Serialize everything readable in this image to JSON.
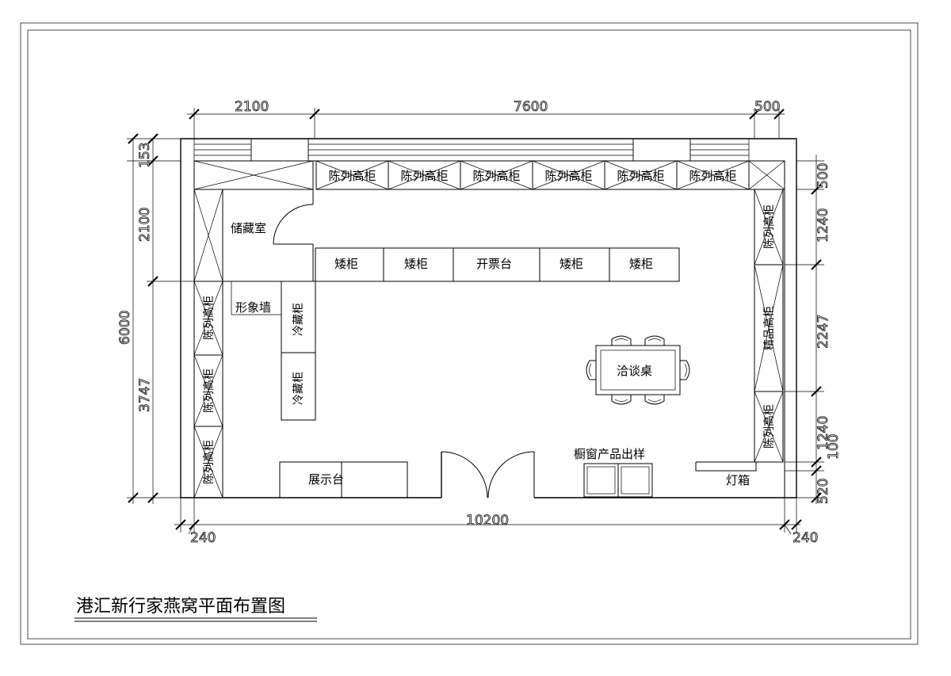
{
  "title": "港汇新行家燕窝平面布置图",
  "dimensions": {
    "top_2100": "2100",
    "top_7600": "7600",
    "top_500": "500",
    "left_153": "153",
    "left_2100": "2100",
    "left_6000": "6000",
    "left_3747": "3747",
    "right_500": "500",
    "right_1240a": "1240",
    "right_2247": "2247",
    "right_1240b": "1240",
    "right_100": "100",
    "right_520": "520",
    "bottom_10200": "10200",
    "bottom_240_left": "240",
    "bottom_240_right": "240"
  },
  "rooms": {
    "storage": "储藏室",
    "image_wall": "形象墙",
    "display_tall": "陈列高柜",
    "low_cabinet": "矮柜",
    "cashier": "开票台",
    "fridge": "冷藏柜",
    "negotiation_table": "洽谈桌",
    "boutique_cabinet": "精品高柜",
    "showcase": "展示台",
    "window_samples": "橱窗产品出样",
    "light_box": "灯箱"
  }
}
